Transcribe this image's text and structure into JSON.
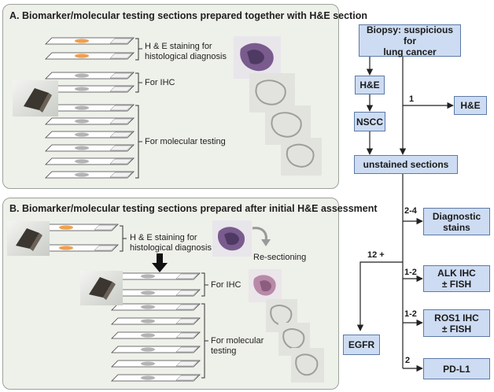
{
  "panelA": {
    "title": "A. Biomarker/molecular testing sections prepared together with H&E section",
    "he_label": "H & E staining for\nhistological diagnosis",
    "ihc_label": "For IHC",
    "mol_label": "For molecular testing"
  },
  "panelB": {
    "title": "B. Biomarker/molecular testing sections prepared after initial H&E assessment",
    "he_label": "H & E staining for\nhistological diagnosis",
    "resection_label": "Re-sectioning",
    "ihc_label": "For IHC",
    "mol_label": "For molecular\ntesting"
  },
  "flow": {
    "biopsy": "Biopsy: suspicious for\nlung cancer",
    "he_left": "H&E",
    "nscc": "NSCC",
    "he_right": "H&E",
    "unstained": "unstained sections",
    "diagnostic": "Diagnostic\nstains",
    "alk": "ALK IHC\n± FISH",
    "ros1": "ROS1 IHC\n± FISH",
    "pdl1": "PD-L1",
    "egfr": "EGFR",
    "edge_1": "1",
    "edge_diag": "2-4",
    "edge_alk": "1-2",
    "edge_ros1": "1-2",
    "edge_pdl1": "2",
    "edge_egfr": "12 +"
  },
  "colors": {
    "panel_bg": "#eef0ea",
    "node_fill": "#cddcf2",
    "stain_orange": "#f0a050",
    "section_gray": "#b4b4b4"
  }
}
